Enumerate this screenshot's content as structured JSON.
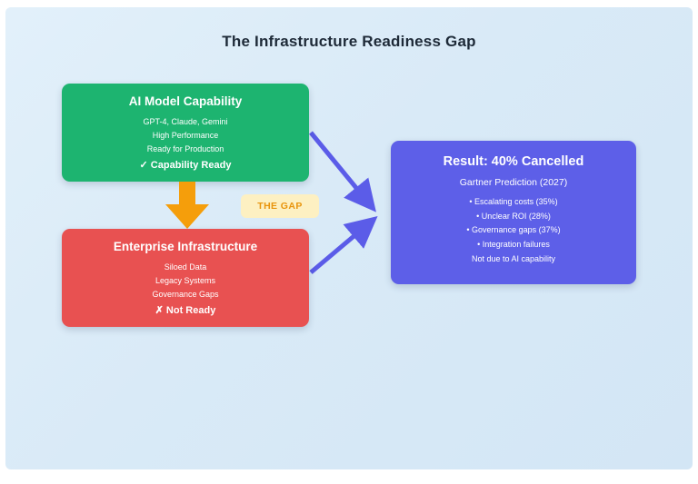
{
  "title": "The Infrastructure Readiness Gap",
  "capability_box": {
    "title": "AI Model Capability",
    "lines": [
      "GPT-4, Claude, Gemini",
      "High Performance",
      "Ready for Production"
    ],
    "status": "✓ Capability Ready"
  },
  "gap_label": "THE GAP",
  "infrastructure_box": {
    "title": "Enterprise Infrastructure",
    "lines": [
      "Siloed Data",
      "Legacy Systems",
      "Governance Gaps"
    ],
    "status": "✗ Not Ready"
  },
  "result_box": {
    "title": "Result: 40% Cancelled",
    "subtitle": "Gartner Prediction (2027)",
    "bullets": [
      "• Escalating costs (35%)",
      "• Unclear ROI (28%)",
      "• Governance gaps (37%)",
      "• Integration failures"
    ],
    "footer": "Not due to AI capability"
  },
  "colors": {
    "capability_green": "#1db470",
    "infrastructure_red": "#e85151",
    "result_purple": "#5d5fe8",
    "gap_arrow_orange": "#f59e0b",
    "gap_chip_bg": "#fdf0c2",
    "gap_chip_text": "#e8940c",
    "connector_blue": "#5b5ce8",
    "background_blue": "#d9eaf7"
  }
}
